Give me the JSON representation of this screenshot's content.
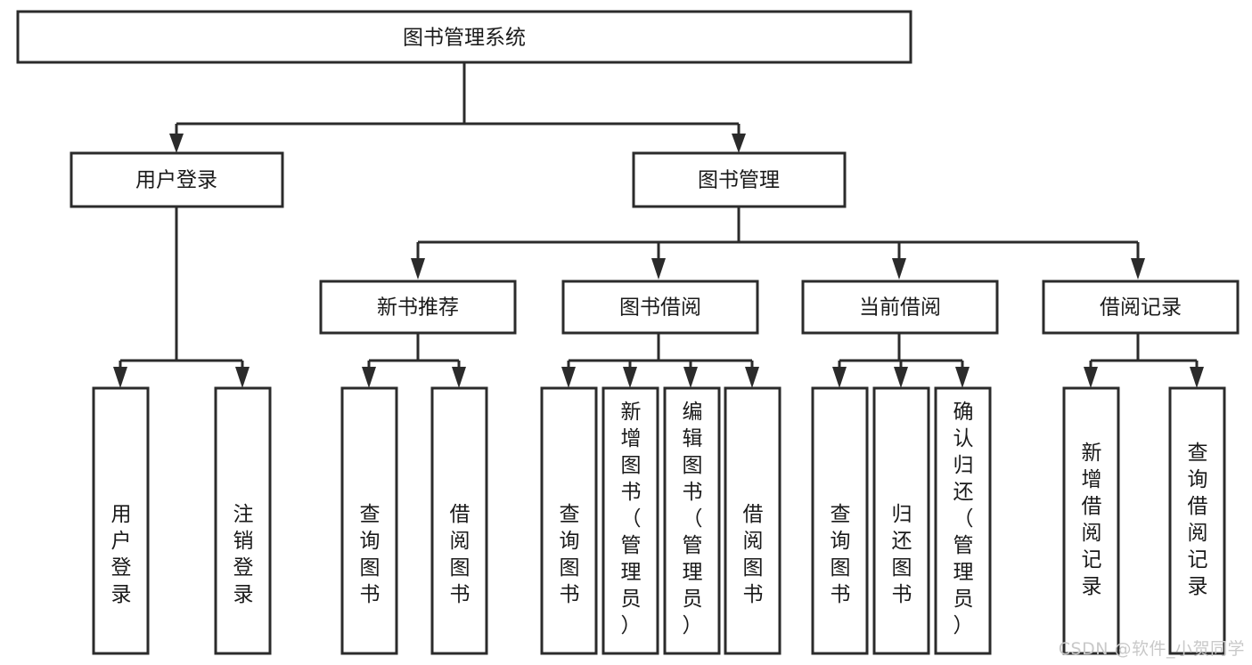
{
  "diagram": {
    "title": "图书管理系统",
    "watermark": "CSDN @软件_小贺同学",
    "levels": {
      "root": {
        "label": "图书管理系统"
      },
      "level2": [
        {
          "id": "user-login",
          "label": "用户登录"
        },
        {
          "id": "book-management",
          "label": "图书管理"
        }
      ],
      "level3": [
        {
          "id": "new-book-recommend",
          "label": "新书推荐"
        },
        {
          "id": "book-borrow",
          "label": "图书借阅"
        },
        {
          "id": "current-borrow",
          "label": "当前借阅"
        },
        {
          "id": "borrow-record",
          "label": "借阅记录"
        }
      ],
      "leaves": [
        {
          "id": "leaf-user-login",
          "label": "用户登录",
          "parent": "user-login"
        },
        {
          "id": "leaf-logout",
          "label": "注销登录",
          "parent": "user-login"
        },
        {
          "id": "leaf-query-book-1",
          "label": "查询图书",
          "parent": "new-book-recommend"
        },
        {
          "id": "leaf-borrow-book-1",
          "label": "借阅图书",
          "parent": "new-book-recommend"
        },
        {
          "id": "leaf-query-book-2",
          "label": "查询图书",
          "parent": "book-borrow"
        },
        {
          "id": "leaf-add-book",
          "label": "新增图书（管理员）",
          "parent": "book-borrow"
        },
        {
          "id": "leaf-edit-book",
          "label": "编辑图书（管理员）",
          "parent": "book-borrow"
        },
        {
          "id": "leaf-borrow-book-2",
          "label": "借阅图书",
          "parent": "book-borrow"
        },
        {
          "id": "leaf-query-book-3",
          "label": "查询图书",
          "parent": "current-borrow"
        },
        {
          "id": "leaf-return-book",
          "label": "归还图书",
          "parent": "current-borrow"
        },
        {
          "id": "leaf-confirm-return",
          "label": "确认归还（管理员）",
          "parent": "current-borrow"
        },
        {
          "id": "leaf-add-record",
          "label": "新增借阅记录",
          "parent": "borrow-record"
        },
        {
          "id": "leaf-query-record",
          "label": "查询借阅记录",
          "parent": "borrow-record"
        }
      ]
    },
    "colors": {
      "stroke": "#2b2b2b",
      "fill": "#ffffff",
      "text": "#1a1a1a",
      "watermark": "#c9c9c9"
    }
  }
}
